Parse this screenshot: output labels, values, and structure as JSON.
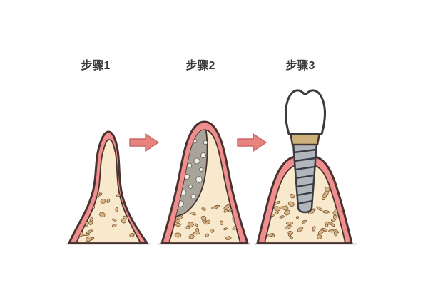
{
  "steps": [
    {
      "label": "步骤1"
    },
    {
      "label": "步骤2"
    },
    {
      "label": "步骤3"
    }
  ],
  "colors": {
    "background": "#ffffff",
    "outline": "#4a3230",
    "gum_pink": "#ef8e8c",
    "bone_cream": "#f8e9cd",
    "speckle_tan": "#d8b385",
    "speckle_outline": "#7a5836",
    "graft_gray": "#a8a49a",
    "granule_white": "#efede6",
    "granule_outline": "#5a5a55",
    "implant_gray": "#b0b6bc",
    "implant_dark": "#3c3c44",
    "abutment_tan": "#ccb27a",
    "crown_white": "#ffffff",
    "arrow_red": "#e8837e",
    "arrow_outline": "#c96a66",
    "baseline_gray": "#cbcbcb",
    "label_color": "#3a3a3a"
  }
}
